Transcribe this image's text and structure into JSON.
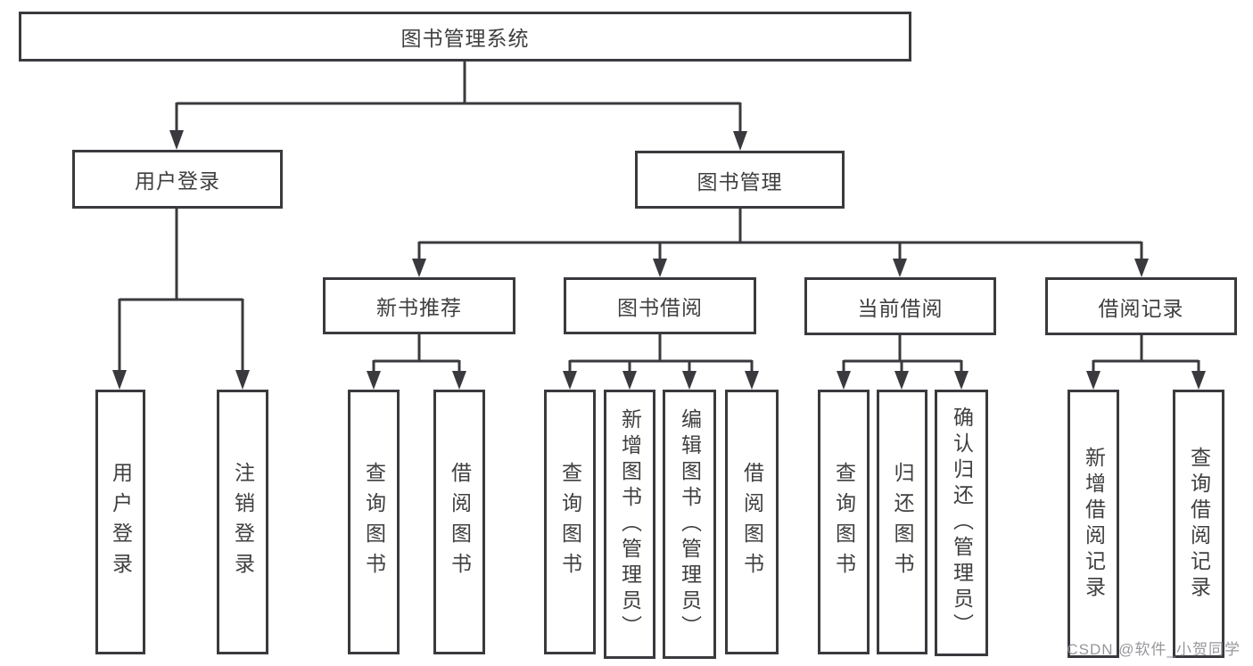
{
  "diagram": {
    "type": "hierarchy-tree",
    "title": "图书管理系统"
  },
  "tree": {
    "root": {
      "label": "图书管理系统",
      "children": [
        {
          "label": "用户登录",
          "children": [
            {
              "label": "用户登录"
            },
            {
              "label": "注销登录"
            }
          ]
        },
        {
          "label": "图书管理",
          "children": [
            {
              "label": "新书推荐",
              "children": [
                {
                  "label": "查询图书"
                },
                {
                  "label": "借阅图书"
                }
              ]
            },
            {
              "label": "图书借阅",
              "children": [
                {
                  "label": "查询图书"
                },
                {
                  "label": "新增图书（管理员）"
                },
                {
                  "label": "编辑图书（管理员）"
                },
                {
                  "label": "借阅图书"
                }
              ]
            },
            {
              "label": "当前借阅",
              "children": [
                {
                  "label": "查询图书"
                },
                {
                  "label": "归还图书"
                },
                {
                  "label": "确认归还（管理员）"
                }
              ]
            },
            {
              "label": "借阅记录",
              "children": [
                {
                  "label": "新增借阅记录"
                },
                {
                  "label": "查询借阅记录"
                }
              ]
            }
          ]
        }
      ]
    }
  },
  "watermark": {
    "text": "CSDN @软件_小贺同学"
  },
  "colors": {
    "line": "#3a3a3e",
    "text": "#3f3f3f",
    "background": "#ffffff",
    "watermark": "#8c8c91"
  }
}
